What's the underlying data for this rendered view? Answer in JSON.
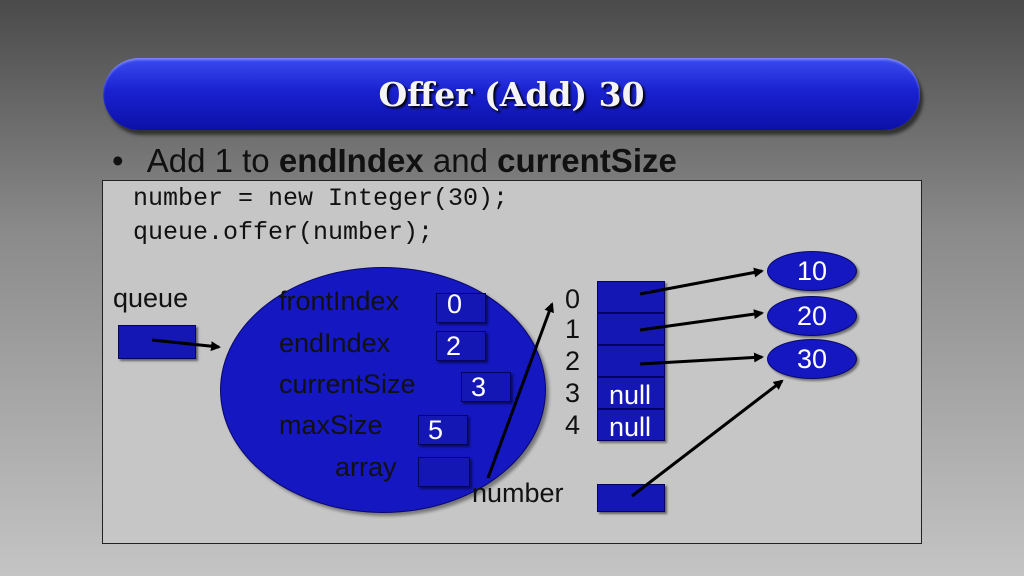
{
  "title": "Offer (Add) 30",
  "bullet": {
    "mark": "•",
    "prefix": "Add 1 to ",
    "term1": "endIndex",
    "middle": " and ",
    "term2": "currentSize"
  },
  "code": [
    "number = new Integer(30);",
    "queue.offer(number);"
  ],
  "queue_label": "queue",
  "number_label": "number",
  "fields": [
    {
      "name": "frontIndex",
      "value": "0"
    },
    {
      "name": "endIndex",
      "value": "2"
    },
    {
      "name": "currentSize",
      "value": "3"
    },
    {
      "name": "maxSize",
      "value": "5"
    },
    {
      "name": "array",
      "value": ""
    }
  ],
  "array_indices": [
    "0",
    "1",
    "2",
    "3",
    "4"
  ],
  "array_cells": [
    "",
    "",
    "",
    "null",
    "null"
  ],
  "nodes": [
    "10",
    "20",
    "30"
  ]
}
